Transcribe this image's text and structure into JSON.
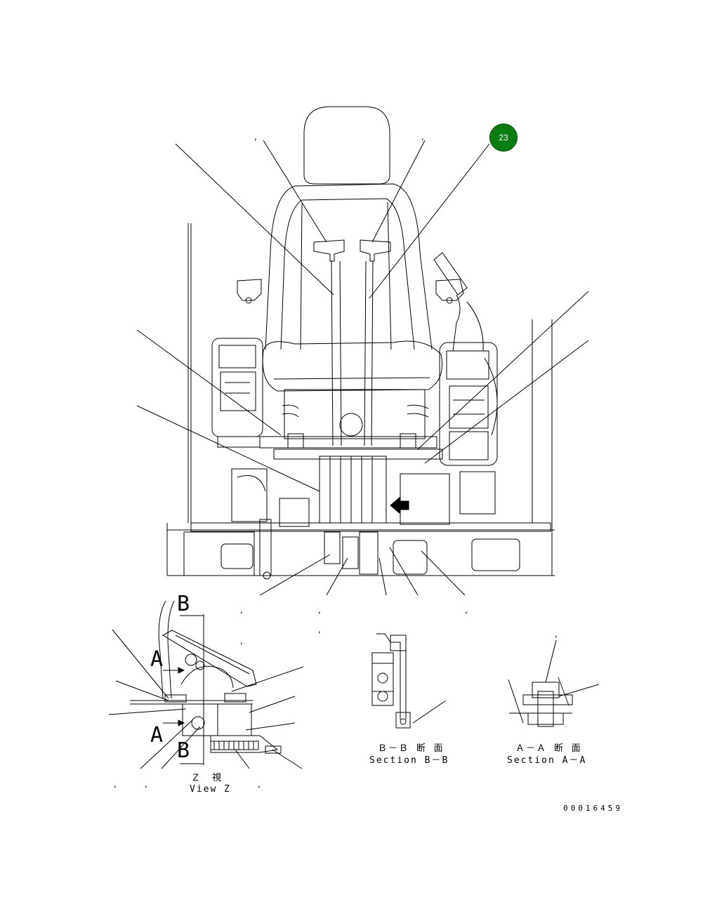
{
  "callouts": [
    {
      "number": "23",
      "color": "#0a7d12"
    }
  ],
  "views": {
    "main": {},
    "view_z": {
      "title_jp": "Ｚ　視",
      "title_en": "View Z",
      "marker_a": "A",
      "marker_b": "B"
    },
    "section_bb": {
      "title_jp": "Ｂ－Ｂ 断 面",
      "title_en": "Section B－B"
    },
    "section_aa": {
      "title_jp": "Ａ－Ａ 断 面",
      "title_en": "Section A－A"
    }
  },
  "drawing_number": "00016459",
  "separator_glyph": ","
}
